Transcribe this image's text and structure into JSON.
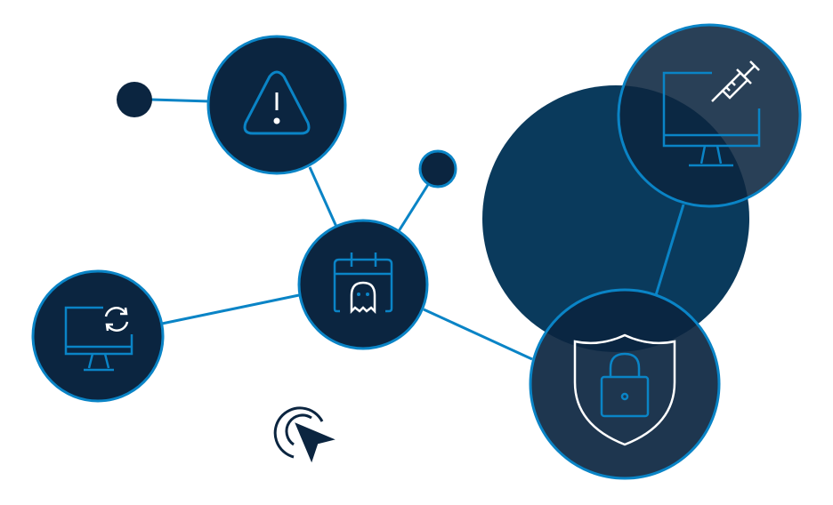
{
  "colors": {
    "node_fill": "#0b2540",
    "node_stroke": "#0a84c6",
    "backdrop": "#0a3a5c",
    "connector": "#0a84c6",
    "icon_white": "#ffffff",
    "cursor": "#0b2540"
  },
  "nodes": [
    {
      "id": "warning",
      "icon": "warning-triangle-icon"
    },
    {
      "id": "calendar-ghost",
      "icon": "calendar-ghost-icon"
    },
    {
      "id": "monitor-refresh",
      "icon": "monitor-refresh-icon"
    },
    {
      "id": "monitor-syringe",
      "icon": "monitor-syringe-icon"
    },
    {
      "id": "shield-lock",
      "icon": "shield-lock-icon"
    }
  ],
  "decor": {
    "cursor_icon": "click-cursor-icon"
  }
}
